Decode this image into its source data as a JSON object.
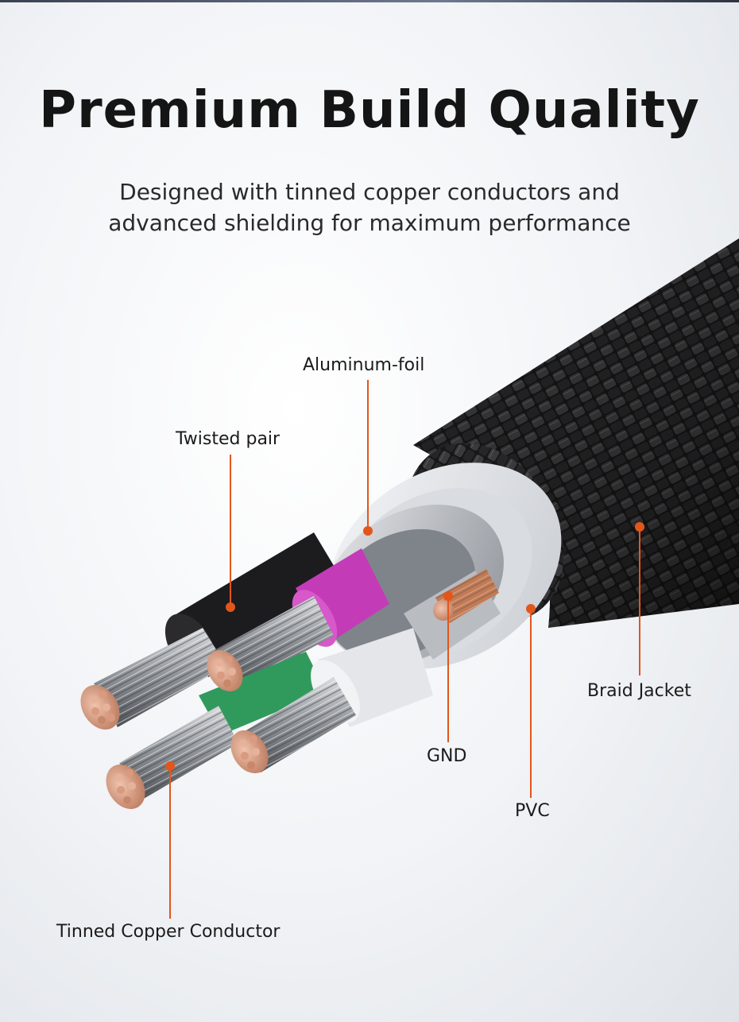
{
  "header": {
    "title": "Premium Build Quality",
    "subtitle_line1": "Designed with tinned copper conductors and",
    "subtitle_line2": "advanced shielding for maximum performance"
  },
  "callouts": {
    "aluminum_foil": "Aluminum-foil",
    "twisted_pair": "Twisted pair",
    "braid_jacket": "Braid Jacket",
    "gnd": "GND",
    "pvc": "PVC",
    "tinned_copper": "Tinned Copper Conductor"
  },
  "colors": {
    "callout_orange": "#e2561c",
    "magenta_insulation": "#c43bb8",
    "green_insulation": "#2f9a5c",
    "black_insulation": "#1c1c1e",
    "white_insulation": "#e4e6ea",
    "braid": "#1e1e1f",
    "copper": "#c9876a"
  }
}
